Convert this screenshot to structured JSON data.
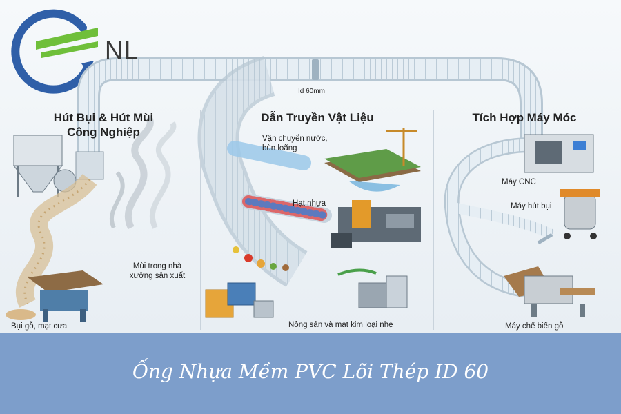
{
  "logo": {
    "text": "NL",
    "colors": {
      "blue": "#2f5fa8",
      "green": "#6fbf3a"
    }
  },
  "sections": [
    {
      "title_line1": "Hút Bụi & Hút Mùi",
      "title_line2": "Công Nghiệp"
    },
    {
      "title_line1": "Dẫn Truyền Vật Liệu"
    },
    {
      "title_line1": "Tích Hợp Máy Móc"
    }
  ],
  "pipe_label": "Id 60mm",
  "labels": {
    "water_line1": "Vận chuyển nước,",
    "water_line2": "bùn loãng",
    "plastic": "Hạt nhựa",
    "produce": "Nông sản và mạt kim loại nhẹ",
    "odor_line1": "Mùi trong nhà",
    "odor_line2": "xưởng sản xuất",
    "dust": "Bụi gỗ, mạt cưa",
    "cnc": "Máy CNC",
    "vacuum": "Máy hút bụi",
    "wood": "Máy chế biến gỗ"
  },
  "banner": {
    "title": "Ống Nhựa Mềm PVC Lõi Thép ID 60",
    "color": "#7d9ecb"
  }
}
